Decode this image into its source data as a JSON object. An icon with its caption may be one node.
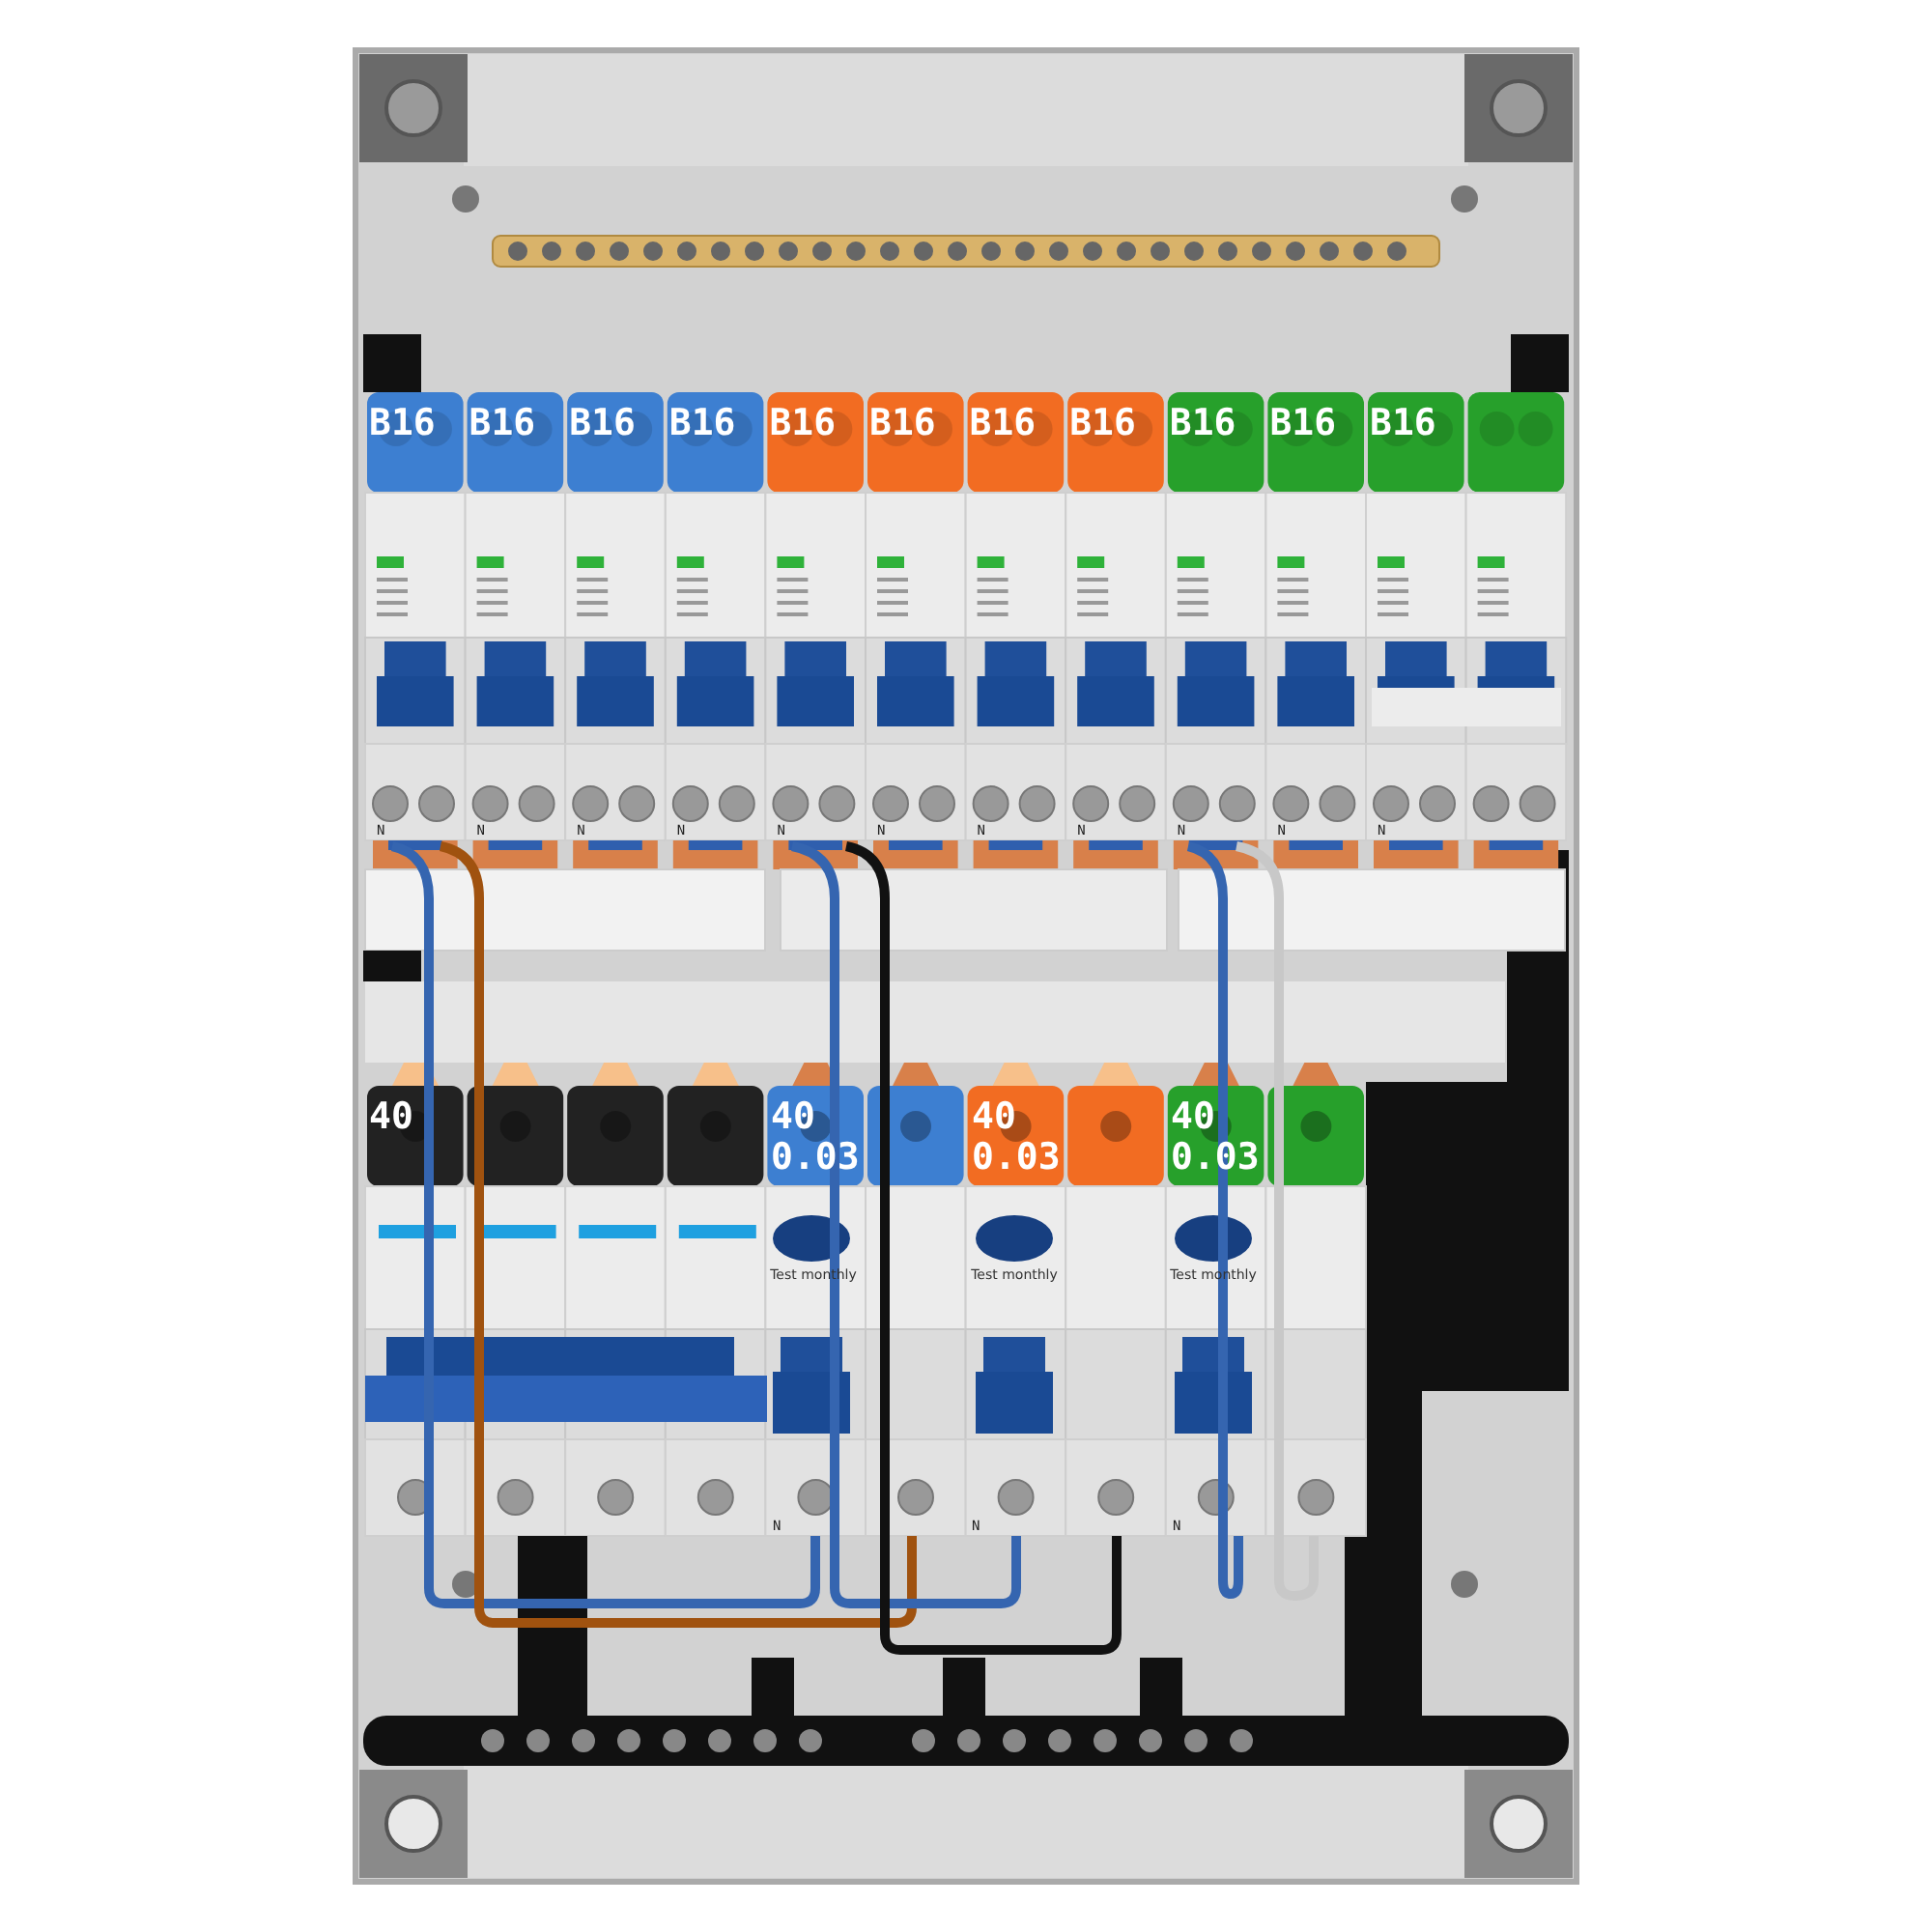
{
  "diagram": {
    "labels": [
      "B16",
      "B16",
      "B16",
      "B16",
      "B16",
      "B16",
      "B16",
      "B16",
      "B16",
      "B16",
      "B16",
      "N",
      "N",
      "N",
      "N",
      "N",
      "N",
      "N",
      "N",
      "N",
      "N",
      "N",
      "40",
      "40 0.03",
      "40 0.03",
      "40 0.03",
      "Test monthly",
      "Test monthly",
      "Test monthly",
      "N",
      "N",
      "N"
    ]
  }
}
